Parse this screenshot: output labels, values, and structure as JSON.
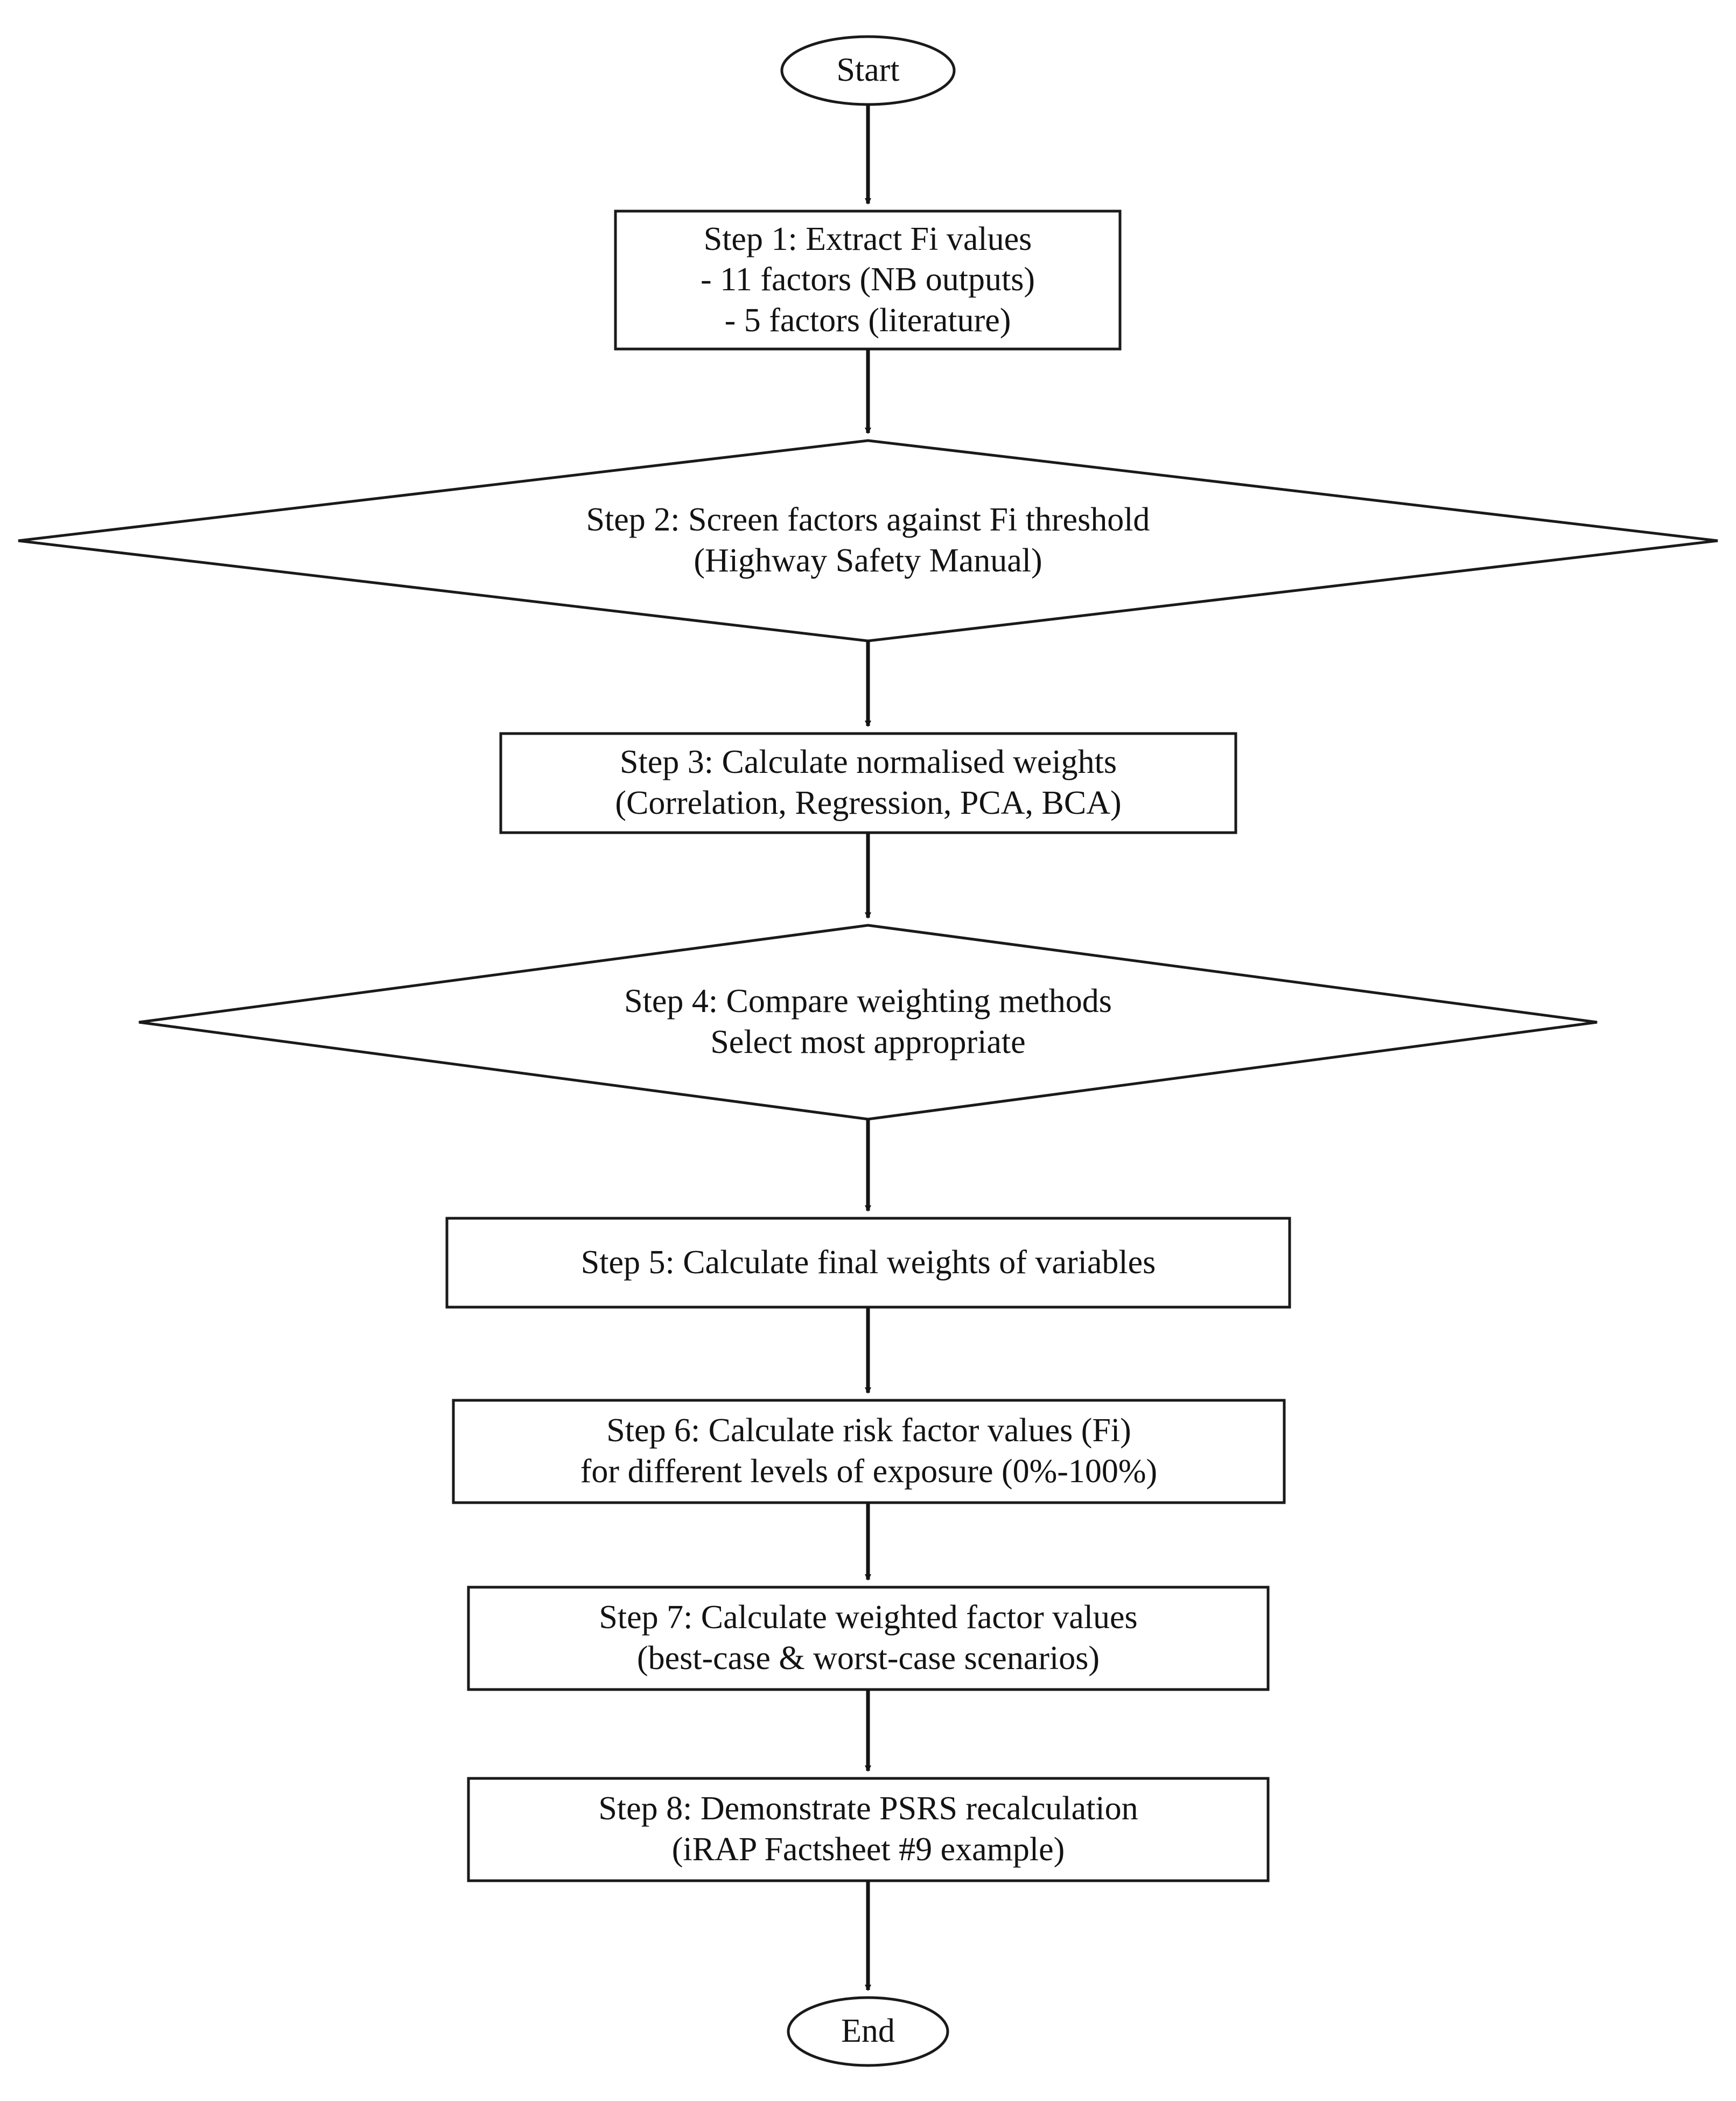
{
  "diagram": {
    "type": "flowchart",
    "orientation": "top-to-bottom",
    "background_color": "#ffffff",
    "stroke_color": "#1a1a1a",
    "text_color": "#131313"
  },
  "nodes": {
    "start": {
      "shape": "ellipse",
      "label": "Start"
    },
    "step1": {
      "shape": "rectangle",
      "line1": "Step 1: Extract Fi values",
      "line2": "- 11 factors (NB outputs)",
      "line3": "- 5 factors (literature)"
    },
    "step2": {
      "shape": "diamond",
      "line1": "Step 2: Screen factors against Fi threshold",
      "line2": "(Highway Safety Manual)"
    },
    "step3": {
      "shape": "rectangle",
      "line1": "Step 3: Calculate normalised weights",
      "line2": "(Correlation, Regression, PCA, BCA)"
    },
    "step4": {
      "shape": "diamond",
      "line1": "Step 4: Compare weighting methods",
      "line2": "Select most appropriate"
    },
    "step5": {
      "shape": "rectangle",
      "line1": "Step 5: Calculate final weights of variables"
    },
    "step6": {
      "shape": "rectangle",
      "line1": "Step 6: Calculate risk factor values (Fi)",
      "line2": "for different levels of exposure (0%-100%)"
    },
    "step7": {
      "shape": "rectangle",
      "line1": "Step 7: Calculate weighted factor values",
      "line2": "(best-case & worst-case scenarios)"
    },
    "step8": {
      "shape": "rectangle",
      "line1": "Step 8: Demonstrate PSRS recalculation",
      "line2": "(iRAP Factsheet #9 example)"
    },
    "end": {
      "shape": "ellipse",
      "label": "End"
    }
  },
  "edges": [
    {
      "from": "start",
      "to": "step1",
      "label": ""
    },
    {
      "from": "step1",
      "to": "step2",
      "label": ""
    },
    {
      "from": "step2",
      "to": "step3",
      "label": ""
    },
    {
      "from": "step3",
      "to": "step4",
      "label": ""
    },
    {
      "from": "step4",
      "to": "step5",
      "label": ""
    },
    {
      "from": "step5",
      "to": "step6",
      "label": ""
    },
    {
      "from": "step6",
      "to": "step7",
      "label": ""
    },
    {
      "from": "step7",
      "to": "step8",
      "label": ""
    },
    {
      "from": "step8",
      "to": "end",
      "label": ""
    }
  ]
}
